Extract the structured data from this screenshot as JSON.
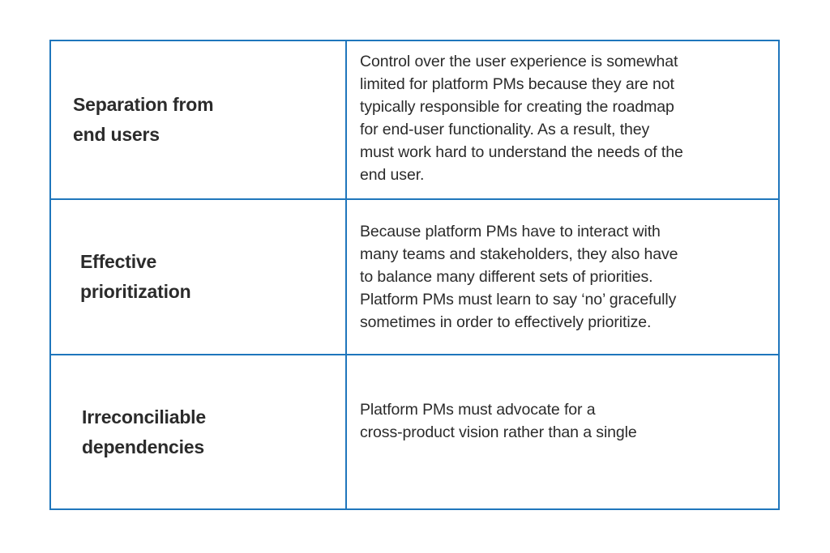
{
  "document": {
    "type": "two-column-table",
    "background_color": "#ffffff",
    "border_color": "#1f76bc",
    "text_color": "#2b2b2b"
  },
  "table": {
    "column_count": 2,
    "row_count": 3,
    "rows": [
      {
        "label": "Separation from\nend users",
        "body": "Control over the user experience is somewhat\nlimited for platform PMs because they are not\ntypically responsible for creating the roadmap\nfor end-user functionality. As a result, they\nmust work hard to understand the needs of the\nend user."
      },
      {
        "label": "Effective\nprioritization",
        "body": "Because platform PMs have to interact with\nmany teams and stakeholders, they also have\nto balance many different sets of priorities.\nPlatform PMs must learn to say ‘no’ gracefully\nsometimes in order to effectively prioritize."
      },
      {
        "label": "Irreconciliable\ndependencies",
        "body": "Platform PMs must advocate for a\ncross-product vision rather than a single"
      }
    ]
  }
}
